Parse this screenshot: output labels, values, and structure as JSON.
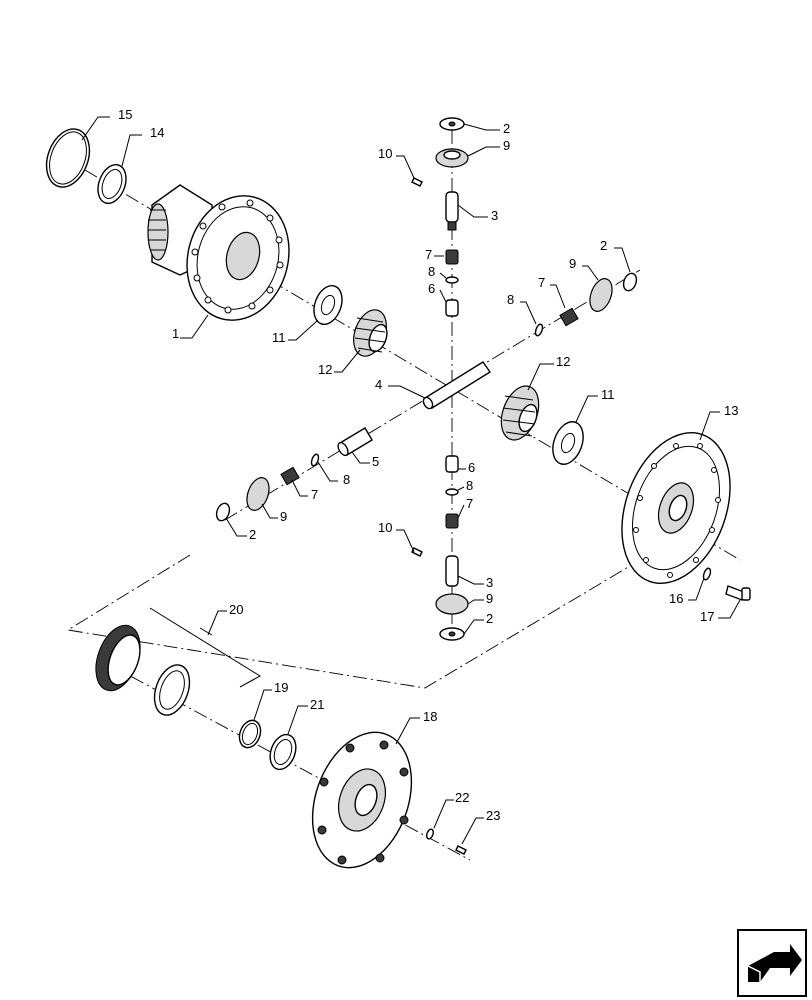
{
  "diagram": {
    "callouts": [
      {
        "id": "c15",
        "text": "15"
      },
      {
        "id": "c14",
        "text": "14"
      },
      {
        "id": "c1",
        "text": "1"
      },
      {
        "id": "c11a",
        "text": "11"
      },
      {
        "id": "c12a",
        "text": "12"
      },
      {
        "id": "c2a",
        "text": "2"
      },
      {
        "id": "c9a",
        "text": "9"
      },
      {
        "id": "c10a",
        "text": "10"
      },
      {
        "id": "c3a",
        "text": "3"
      },
      {
        "id": "c7a",
        "text": "7"
      },
      {
        "id": "c8a",
        "text": "8"
      },
      {
        "id": "c6a",
        "text": "6"
      },
      {
        "id": "c2b",
        "text": "2"
      },
      {
        "id": "c9b",
        "text": "9"
      },
      {
        "id": "c7b",
        "text": "7"
      },
      {
        "id": "c8b",
        "text": "8"
      },
      {
        "id": "c12b",
        "text": "12"
      },
      {
        "id": "c4",
        "text": "4"
      },
      {
        "id": "c11b",
        "text": "11"
      },
      {
        "id": "c13",
        "text": "13"
      },
      {
        "id": "c5",
        "text": "5"
      },
      {
        "id": "c6b",
        "text": "6"
      },
      {
        "id": "c8c",
        "text": "8"
      },
      {
        "id": "c7c",
        "text": "7"
      },
      {
        "id": "c8d",
        "text": "8"
      },
      {
        "id": "c7d",
        "text": "7"
      },
      {
        "id": "c9c",
        "text": "9"
      },
      {
        "id": "c2c",
        "text": "2"
      },
      {
        "id": "c10b",
        "text": "10"
      },
      {
        "id": "c3b",
        "text": "3"
      },
      {
        "id": "c9d",
        "text": "9"
      },
      {
        "id": "c2d",
        "text": "2"
      },
      {
        "id": "c16",
        "text": "16"
      },
      {
        "id": "c17",
        "text": "17"
      },
      {
        "id": "c20",
        "text": "20"
      },
      {
        "id": "c19",
        "text": "19"
      },
      {
        "id": "c21",
        "text": "21"
      },
      {
        "id": "c18",
        "text": "18"
      },
      {
        "id": "c22",
        "text": "22"
      },
      {
        "id": "c23",
        "text": "23"
      }
    ]
  },
  "nav_icon": "next-page-arrow-icon"
}
